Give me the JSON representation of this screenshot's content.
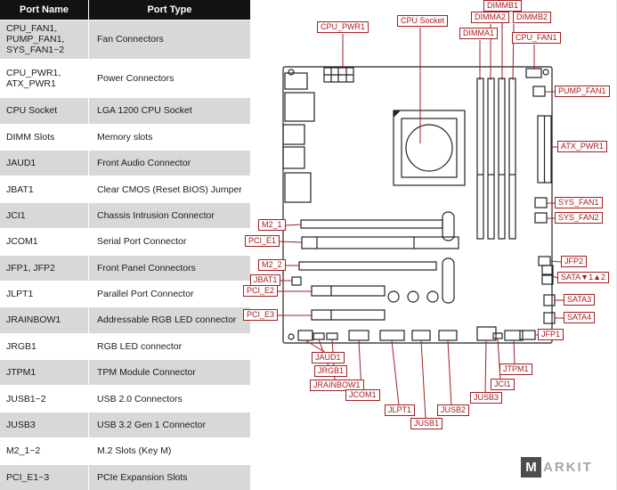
{
  "table": {
    "headers": [
      "Port Name",
      "Port Type"
    ],
    "rows": [
      {
        "name": "CPU_FAN1, PUMP_FAN1, SYS_FAN1~2",
        "type": "Fan Connectors"
      },
      {
        "name": "CPU_PWR1, ATX_PWR1",
        "type": "Power Connectors"
      },
      {
        "name": "CPU Socket",
        "type": "LGA 1200 CPU Socket"
      },
      {
        "name": "DIMM Slots",
        "type": "Memory slots"
      },
      {
        "name": "JAUD1",
        "type": "Front Audio Connector"
      },
      {
        "name": "JBAT1",
        "type": "Clear CMOS (Reset BIOS) Jumper"
      },
      {
        "name": "JCI1",
        "type": "Chassis Intrusion Connector"
      },
      {
        "name": "JCOM1",
        "type": "Serial Port Connector"
      },
      {
        "name": "JFP1, JFP2",
        "type": "Front Panel Connectors"
      },
      {
        "name": "JLPT1",
        "type": "Parallel Port Connector"
      },
      {
        "name": "JRAINBOW1",
        "type": "Addressable RGB LED connector"
      },
      {
        "name": "JRGB1",
        "type": "RGB LED connector"
      },
      {
        "name": "JTPM1",
        "type": "TPM Module Connector"
      },
      {
        "name": "JUSB1~2",
        "type": "USB 2.0 Connectors"
      },
      {
        "name": "JUSB3",
        "type": "USB 3.2 Gen 1 Connector"
      },
      {
        "name": "M2_1~2",
        "type": "M.2 Slots (Key M)"
      },
      {
        "name": "PCI_E1~3",
        "type": "PCIe Expansion Slots"
      }
    ]
  },
  "diagram": {
    "labels": {
      "cpu_pwr1": "CPU_PWR1",
      "cpu_socket": "CPU Socket",
      "dimma1": "DIMMA1",
      "dimma2": "DIMMA2",
      "dimmb1": "DIMMB1",
      "dimmb2": "DIMMB2",
      "cpu_fan1": "CPU_FAN1",
      "pump_fan1": "PUMP_FAN1",
      "atx_pwr1": "ATX_PWR1",
      "sys_fan1": "SYS_FAN1",
      "sys_fan2": "SYS_FAN2",
      "jfp2": "JFP2",
      "sata12": "SATA▼1▲2",
      "sata3": "SATA3",
      "sata4": "SATA4",
      "jfp1": "JFP1",
      "m2_1": "M2_1",
      "pci_e1": "PCI_E1",
      "m2_2": "M2_2",
      "jbat1": "JBAT1",
      "pci_e2": "PCI_E2",
      "pci_e3": "PCI_E3",
      "jaud1": "JAUD1",
      "jrgb1": "JRGB1",
      "jrainbow1": "JRAINBOW1",
      "jcom1": "JCOM1",
      "jlpt1": "JLPT1",
      "jusb1": "JUSB1",
      "jusb2": "JUSB2",
      "jusb3": "JUSB3",
      "jci1": "JCI1",
      "jtpm1": "JTPM1"
    }
  },
  "watermark": {
    "letter": "M",
    "text": "ARKIT"
  },
  "colors": {
    "accent": "#a41e22",
    "table_header_bg": "#121212",
    "row_alt_bg": "#d8d8d8",
    "outline": "#222222"
  }
}
